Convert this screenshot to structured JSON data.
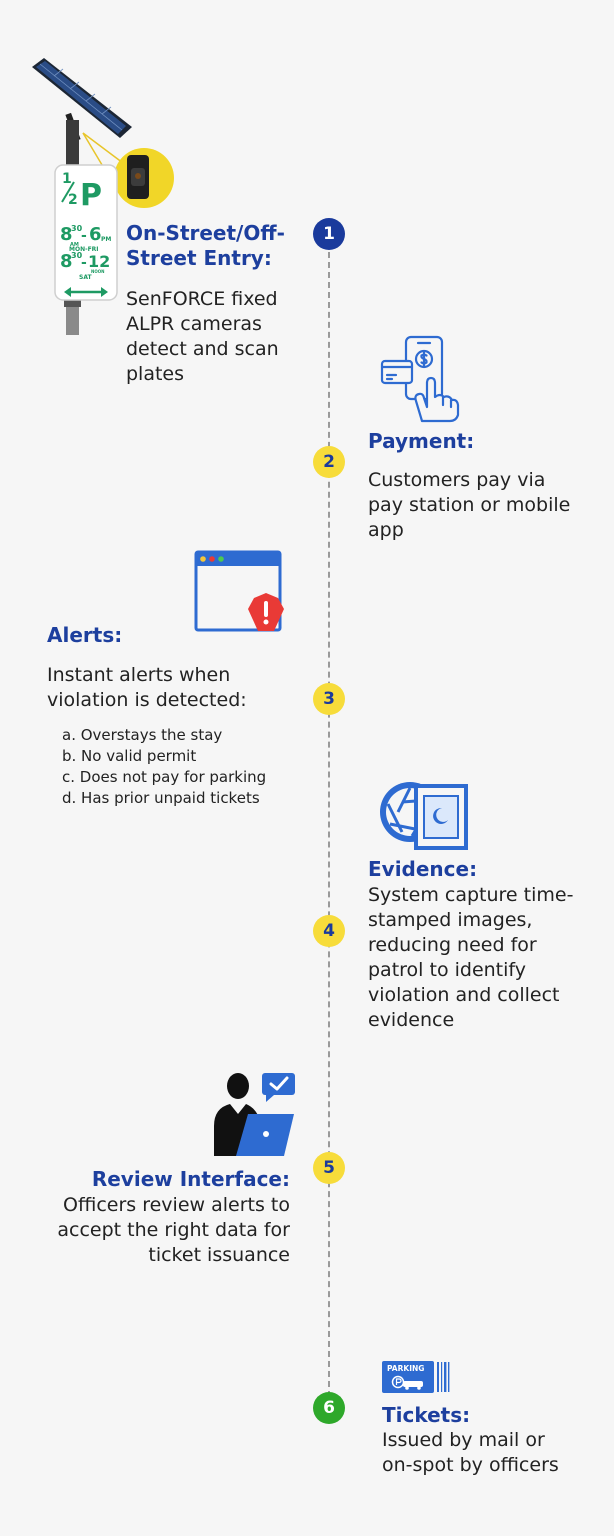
{
  "colors": {
    "title_blue": "#1d3f9e",
    "badge_dark_blue": "#1a3a9c",
    "badge_yellow": "#f7dc3a",
    "badge_green": "#2ea82a",
    "dash_gray": "#9a9a9a",
    "icon_blue": "#2e6bd1",
    "alert_red": "#e93a36"
  },
  "steps": [
    {
      "number": "1",
      "title_line1": "On-Street/Off-",
      "title_line2": "Street Entry:",
      "desc_lines": [
        "SenFORCE fixed",
        "ALPR cameras",
        "detect and scan",
        "plates"
      ],
      "icon": "alpr-camera-sign-image"
    },
    {
      "number": "2",
      "title": "Payment:",
      "desc_lines": [
        "Customers pay via",
        "pay station or mobile",
        "app"
      ],
      "icon": "mobile-payment-icon"
    },
    {
      "number": "3",
      "title": "Alerts:",
      "desc_lines": [
        "Instant alerts when",
        "violation is detected:"
      ],
      "sub_items": [
        "a. Overstays the stay",
        "b. No valid permit",
        "c. Does not pay for parking",
        "d. Has prior unpaid tickets"
      ],
      "icon": "browser-alert-icon"
    },
    {
      "number": "4",
      "title": "Evidence:",
      "desc_lines": [
        "System capture time-",
        "stamped images,",
        "reducing need for",
        "patrol to identify",
        "violation and collect",
        "evidence"
      ],
      "icon": "camera-photo-icon"
    },
    {
      "number": "5",
      "title": "Review Interface:",
      "desc_lines": [
        "Officers review alerts to",
        "accept the right data for",
        "ticket issuance"
      ],
      "icon": "officer-laptop-icon"
    },
    {
      "number": "6",
      "title": "Tickets:",
      "desc_lines": [
        "Issued by mail or",
        "on-spot by officers"
      ],
      "icon": "parking-ticket-icon"
    }
  ],
  "sign": {
    "fraction_top": "1",
    "fraction_bottom": "2",
    "letter": "P",
    "time1_start": "8",
    "time1_start_sup": "30",
    "time1_sep": "-",
    "time1_end": "6",
    "time1_end_sup": "PM",
    "am_label": "AM",
    "days1": "MON-FRI",
    "time2_start": "8",
    "time2_start_sup": "30",
    "time2_sep": "-",
    "time2_end": "12",
    "noon_label": "NOON",
    "days2": "SAT"
  },
  "ticket_icon": {
    "label": "PARKING"
  }
}
